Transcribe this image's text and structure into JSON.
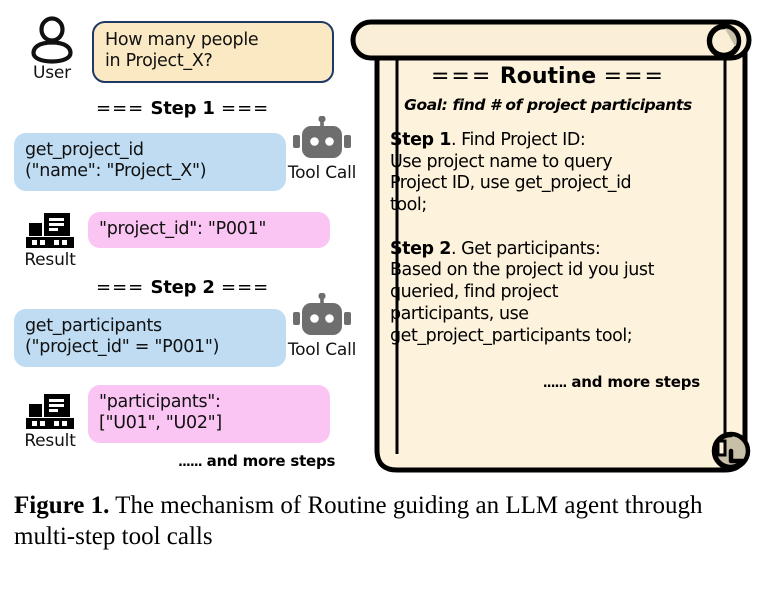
{
  "figure": {
    "caption_label": "Figure 1.",
    "caption_text": " The mechanism of Routine guiding an LLM agent through multi-step tool calls"
  },
  "colors": {
    "user_bubble_bg": "#fbe9c4",
    "user_bubble_border": "#1f3864",
    "tool_bubble_bg": "#bfdcf3",
    "result_bubble_bg": "#fac5f3",
    "scroll_paper_bg": "#fdf3dc",
    "scroll_roll_bg": "#faefd6",
    "scroll_curl_fill": "#c8bfa8",
    "robot_gray": "#6e6e6e",
    "outline_black": "#000000"
  },
  "conversation": {
    "user": {
      "icon": "user-outline-icon",
      "label": "User",
      "message": "How many people\nin Project_X?"
    },
    "steps": [
      {
        "header_prefix": "===",
        "header_label": "Step 1",
        "header_suffix": "===",
        "tool_call": {
          "icon": "robot-icon",
          "icon_label": "Tool Call",
          "text": "get_project_id\n(\"name\": \"Project_X\")"
        },
        "result": {
          "icon": "database-icon",
          "icon_label": "Result",
          "text": "\"project_id\": \"P001\""
        }
      },
      {
        "header_prefix": "===",
        "header_label": "Step 2",
        "header_suffix": "===",
        "tool_call": {
          "icon": "robot-icon",
          "icon_label": "Tool Call",
          "text": "get_participants\n(\"project_id\" = \"P001\")"
        },
        "result": {
          "icon": "database-icon",
          "icon_label": "Result",
          "text": "\"participants\":\n[\"U01\", \"U02\"]"
        }
      }
    ],
    "more_steps_dots": "......",
    "more_steps_text": " and more steps"
  },
  "routine": {
    "title_prefix": "===",
    "title_word": "Routine",
    "title_suffix": "===",
    "goal": "Goal: find # of project participants",
    "steps": [
      {
        "lead": "Step 1",
        "title": ". Find Project ID:",
        "body": "Use project name to query\nProject ID, use get_project_id\ntool;"
      },
      {
        "lead": "Step 2",
        "title": ". Get participants:",
        "body": "Based on the project id you just\nqueried, find project\nparticipants, use\nget_project_participants tool;"
      }
    ],
    "more_steps_dots": "......",
    "more_steps_text": " and more steps"
  }
}
